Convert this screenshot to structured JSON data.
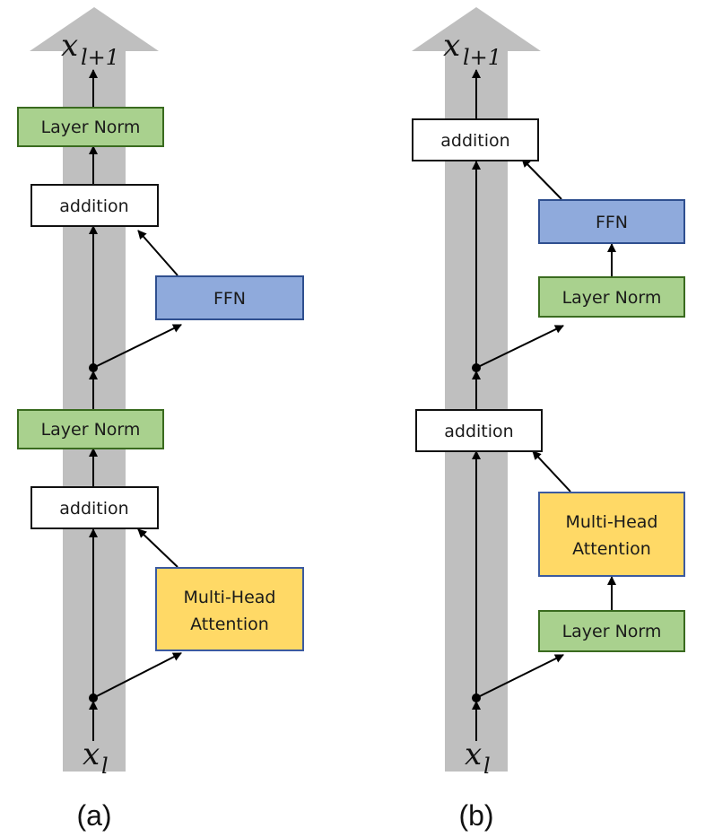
{
  "colors": {
    "highway": "#bfbfbf",
    "layer_norm_fill": "#a9d18e",
    "layer_norm_stroke": "#3a6b1f",
    "ffn_fill": "#8faadc",
    "ffn_stroke": "#2f4f8f",
    "attention_fill": "#ffd966",
    "attention_stroke": "#3b5aa0",
    "addition_fill": "#ffffff",
    "addition_stroke": "#111111",
    "arrow": "#000000"
  },
  "diagram_a": {
    "caption": "(a)",
    "output_var": "x",
    "output_sub": "l+1",
    "input_var": "x",
    "input_sub": "l",
    "layer_norm_top": "Layer Norm",
    "addition_top": "addition",
    "ffn": "FFN",
    "layer_norm_mid": "Layer Norm",
    "addition_bottom": "addition",
    "attention_line1": "Multi-Head",
    "attention_line2": "Attention"
  },
  "diagram_b": {
    "caption": "(b)",
    "output_var": "x",
    "output_sub": "l+1",
    "input_var": "x",
    "input_sub": "l",
    "addition_top": "addition",
    "ffn": "FFN",
    "layer_norm_ffn": "Layer Norm",
    "addition_bottom": "addition",
    "attention_line1": "Multi-Head",
    "attention_line2": "Attention",
    "layer_norm_attention": "Layer Norm"
  }
}
